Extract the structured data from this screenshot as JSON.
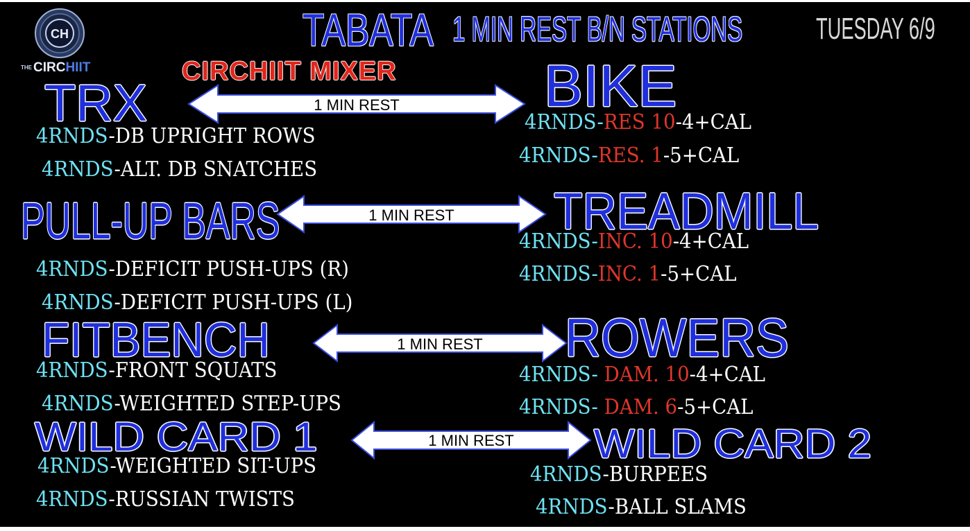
{
  "header": {
    "title": "TABATA",
    "subtitle": "1 MIN REST B/N STATIONS",
    "date": "TUESDAY 6/9",
    "mixer": "CIRCHIIT MIXER"
  },
  "logo": {
    "badge": "CH",
    "word_prefix": "THE",
    "word_a": "CIRC",
    "word_b": "HIIT"
  },
  "colors": {
    "station_blue": "#1f2fdc",
    "rounds_cyan": "#6fe3f5",
    "highlight_red": "#e0362a",
    "mixer_red": "#e1261c"
  },
  "arrows": [
    {
      "label": "1 MIN REST"
    },
    {
      "label": "1 MIN REST"
    },
    {
      "label": "1 MIN REST"
    },
    {
      "label": "1 MIN REST"
    }
  ],
  "stations": {
    "trx": {
      "name": "TRX",
      "items": [
        {
          "rounds": "4RNDS",
          "text": "-DB UPRIGHT ROWS"
        },
        {
          "rounds": "4RNDS",
          "text": "-ALT. DB SNATCHES"
        }
      ]
    },
    "bike": {
      "name": "BIKE",
      "items": [
        {
          "rounds": "4RNDS-",
          "hl": "RES 10",
          "text": "-4+CAL"
        },
        {
          "rounds": "4RNDS-",
          "hl": "RES. 1",
          "text": "-5+CAL"
        }
      ]
    },
    "pullup": {
      "name": "PULL-UP BARS",
      "items": [
        {
          "rounds": "4RNDS",
          "text": "-DEFICIT PUSH-UPS (R)"
        },
        {
          "rounds": "4RNDS",
          "text": "-DEFICIT PUSH-UPS (L)"
        }
      ]
    },
    "treadmill": {
      "name": "TREADMILL",
      "items": [
        {
          "rounds": "4RNDS-",
          "hl": "INC. 10",
          "text": "-4+CAL"
        },
        {
          "rounds": "4RNDS-",
          "hl": "INC. 1",
          "text": "-5+CAL"
        }
      ]
    },
    "fitbench": {
      "name": "FITBENCH",
      "items": [
        {
          "rounds": "4RNDS",
          "text": "-FRONT SQUATS"
        },
        {
          "rounds": "4RNDS",
          "text": "-WEIGHTED STEP-UPS"
        }
      ]
    },
    "rowers": {
      "name": "ROWERS",
      "items": [
        {
          "rounds": "4RNDS-",
          "hl": " DAM. 10",
          "text": "-4+CAL"
        },
        {
          "rounds": "4RNDS-",
          "hl": " DAM. 6",
          "text": "-5+CAL"
        }
      ]
    },
    "wild1": {
      "name": "WILD CARD 1",
      "items": [
        {
          "rounds": "4RNDS",
          "text": "-WEIGHTED SIT-UPS"
        },
        {
          "rounds": "4RNDS",
          "text": "-RUSSIAN TWISTS"
        }
      ]
    },
    "wild2": {
      "name": "WILD CARD 2",
      "items": [
        {
          "rounds": "4RNDS",
          "text": "-BURPEES"
        },
        {
          "rounds": "4RNDS",
          "text": "-BALL SLAMS"
        }
      ]
    }
  }
}
